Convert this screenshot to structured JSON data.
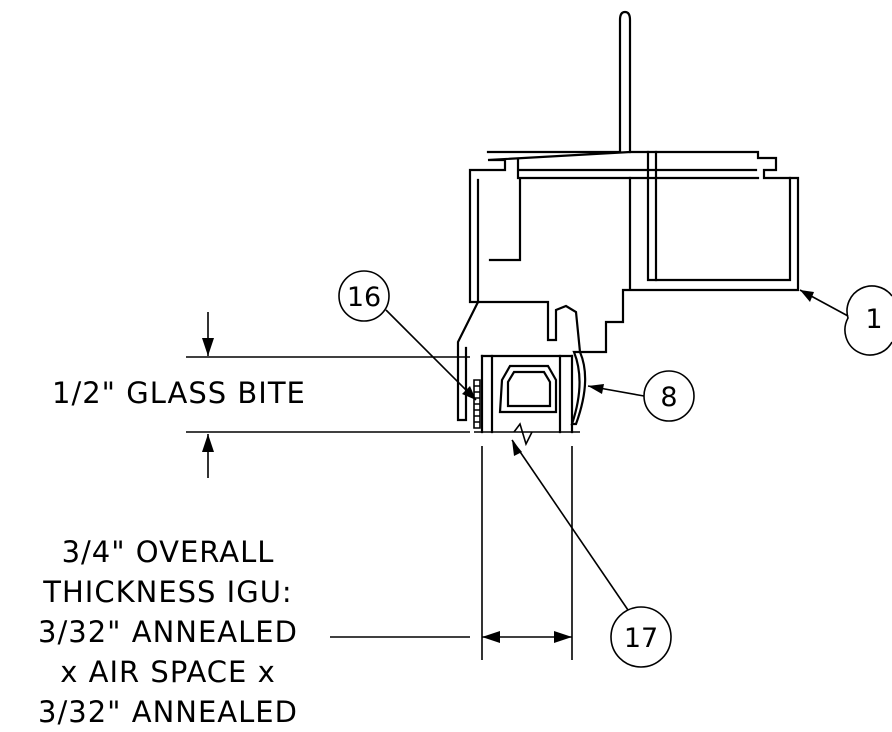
{
  "callouts": [
    {
      "id": "callout-1",
      "label": "1"
    },
    {
      "id": "callout-8",
      "label": "8"
    },
    {
      "id": "callout-16",
      "label": "16"
    },
    {
      "id": "callout-17",
      "label": "17"
    }
  ],
  "dimension": {
    "glass_bite_label": "1/2\" GLASS BITE"
  },
  "igu_note": {
    "lines": [
      "3/4\" OVERALL",
      "THICKNESS IGU:",
      "3/32\" ANNEALED",
      "x AIR SPACE x",
      "3/32\" ANNEALED"
    ]
  }
}
